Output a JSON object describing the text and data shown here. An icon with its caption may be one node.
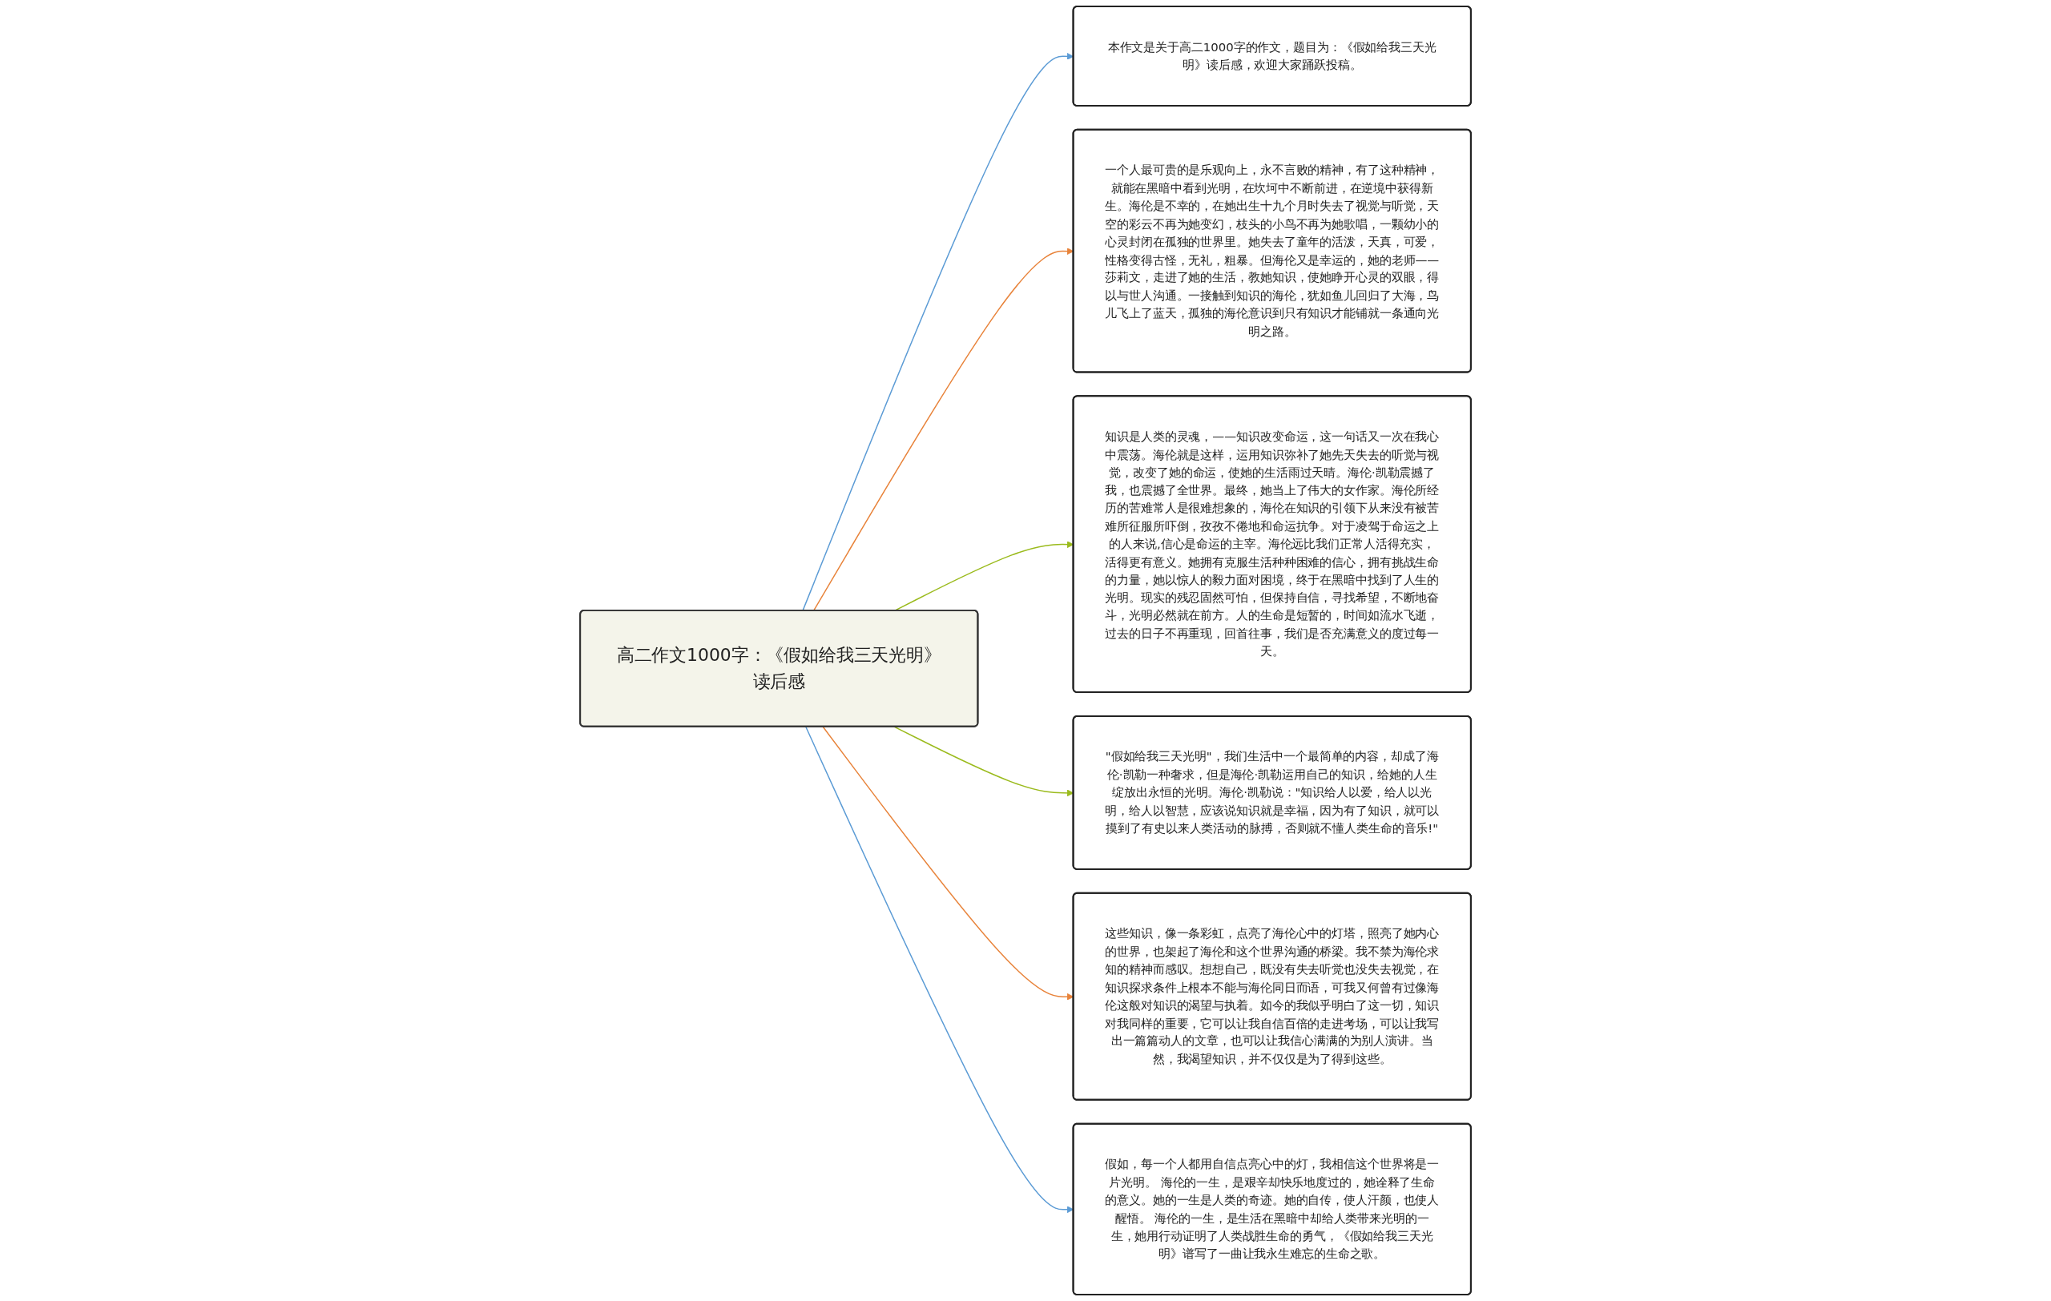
{
  "diagram": {
    "nodes": [
      {
        "text": [
          "高二作文1000字：《假如给我三天光明》读后感"
        ]
      },
      {
        "text": [
          "本作文是关于高二1000字的作文，题目为：《假如给我三天光明》读后感，欢迎大家踊跃投稿。"
        ]
      },
      {
        "text": [
          "一个人最可贵的是乐观向上，永不言败的精神，有了这种精神，就能在黑暗中看到光明，在坎坷中不断前进，在逆境中获得新生。海伦是不幸的，在她出生十九个月时失去了视觉与听觉，天空的彩云不再为她变幻，枝头的小鸟不再为她歌唱，一颗幼小的心灵封闭在孤独的世界里。她失去了童年的活泼，天真，可爱，性格变得古怪，无礼，粗暴。但海伦又是幸运的，她的老师——莎莉文，走进了她的生活，教她知识，使她睁开心灵的双眼，得以与世人沟通。一接触到知识的海伦，犹如鱼儿回归了大海，鸟儿飞上了蓝天，孤独的海伦意识到只有知识才能铺就一条通向光明之路。"
        ]
      },
      {
        "text": [
          "知识是人类的灵魂，——知识改变命运，这一句话又一次在我心中震荡。海伦就是这样，运用知识弥补了她先天失去的听觉与视觉，改变了她的命运，使她的生活雨过天晴。海伦·凯勒震撼了我，也震撼了全世界。最终，她当上了伟大的女作家。海伦所经历的苦难常人是很难想象的，海伦在知识的引领下从来没有被苦难所征服所吓倒，孜孜不倦地和命运抗争。对于凌驾于命运之上的人来说,信心是命运的主宰。海伦远比我们正常人活得充实，活得更有意义。她拥有克服生活种种困难的信心，拥有挑战生命的力量，她以惊人的毅力面对困境，终于在黑暗中找到了人生的光明。现实的残忍固然可怕，但保持自信，寻找希望，不断地奋斗，光明必然就在前方。人的生命是短暂的，时间如流水飞逝，过去的日子不再重现，回首往事，我们是否充满意义的度过每一天。"
        ]
      },
      {
        "text": [
          "\"假如给我三天光明\"，我们生活中一个最简单的内容，却成了海伦·凯勒一种奢求，但是海伦·凯勒运用自己的知识，给她的人生绽放出永恒的光明。海伦·凯勒说：\"知识给人以爱，给人以光明，给人以智慧，应该说知识就是幸福，因为有了知识，就可以摸到了有史以来人类活动的脉搏，否则就不懂人类生命的音乐!\""
        ]
      },
      {
        "text": [
          "这些知识，像一条彩虹，点亮了海伦心中的灯塔，照亮了她内心的世界，也架起了海伦和这个世界沟通的桥梁。我不禁为海伦求知的精神而感叹。想想自己，既没有失去听觉也没失去视觉，在知识探求条件上根本不能与海伦同日而语，可我又何曾有过像海伦这般对知识的渴望与执着。如今的我似乎明白了这一切，知识对我同样的重要，它可以让我自信百倍的走进考场，可以让我写出一篇篇动人的文章，也可以让我信心满满的为别人演讲。当然，我渴望知识，并不仅仅是为了得到这些。"
        ]
      },
      {
        "text": [
          "假如，每一个人都用自信点亮心中的灯，我相信这个世界将是一片光明。 海伦的一生，是艰辛却快乐地度过的，她诠释了生命的意义。她的一生是人类的奇迹。她的自传，使人汗颜，也使人醒悟。 海伦的一生，是生活在黑暗中却给人类带来光明的一生，她用行动证明了人类战胜生命的勇气，《假如给我三天光明》谱写了一曲让我永生难忘的生命之歌。"
        ]
      }
    ],
    "edges": [
      {
        "from": 0,
        "to": 1,
        "arrow": "to",
        "color": "#5b9bd5"
      },
      {
        "from": 0,
        "to": 2,
        "arrow": "to",
        "color": "#e8833a"
      },
      {
        "from": 0,
        "to": 3,
        "arrow": "to",
        "color": "#9bbb1d"
      },
      {
        "from": 0,
        "to": 4,
        "arrow": "to",
        "color": "#9bbb1d"
      },
      {
        "from": 0,
        "to": 5,
        "arrow": "to",
        "color": "#e8833a"
      },
      {
        "from": 0,
        "to": 6,
        "arrow": "to",
        "color": "#5b9bd5"
      }
    ]
  }
}
